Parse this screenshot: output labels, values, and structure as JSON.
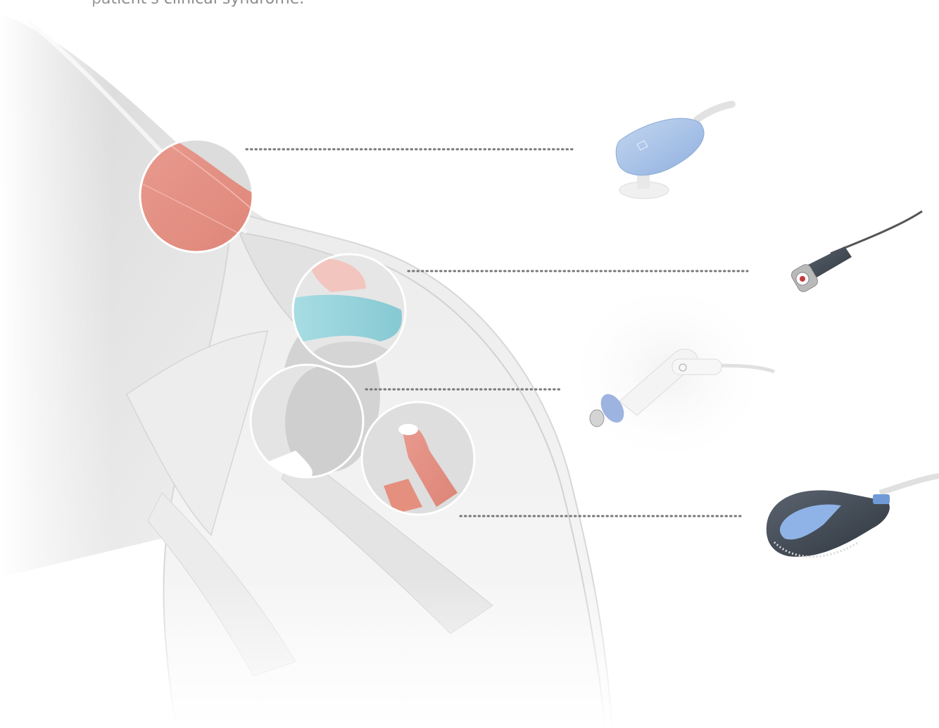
{
  "intro": {
    "text": "patient's clinical syndrome."
  },
  "callouts": [
    {
      "zone": "upper-trapezius",
      "highlight_color": "#e8958a",
      "device": "round-suction-electrode"
    },
    {
      "zone": "acromioclavicular-joint",
      "highlight_color": "#9fd6de",
      "device": "laser-probe"
    },
    {
      "zone": "glenohumeral-joint",
      "highlight_color": "#d9d9d9",
      "device": "shockwave-handpiece"
    },
    {
      "zone": "biceps-tendon",
      "highlight_color": "#e8958a",
      "device": "flat-electrode-applicator"
    }
  ],
  "colors": {
    "muscle_red": "#e8958a",
    "cartilage_blue": "#9fd6de",
    "device_blue": "#a7c2e6",
    "leader_dots": "#777777"
  }
}
